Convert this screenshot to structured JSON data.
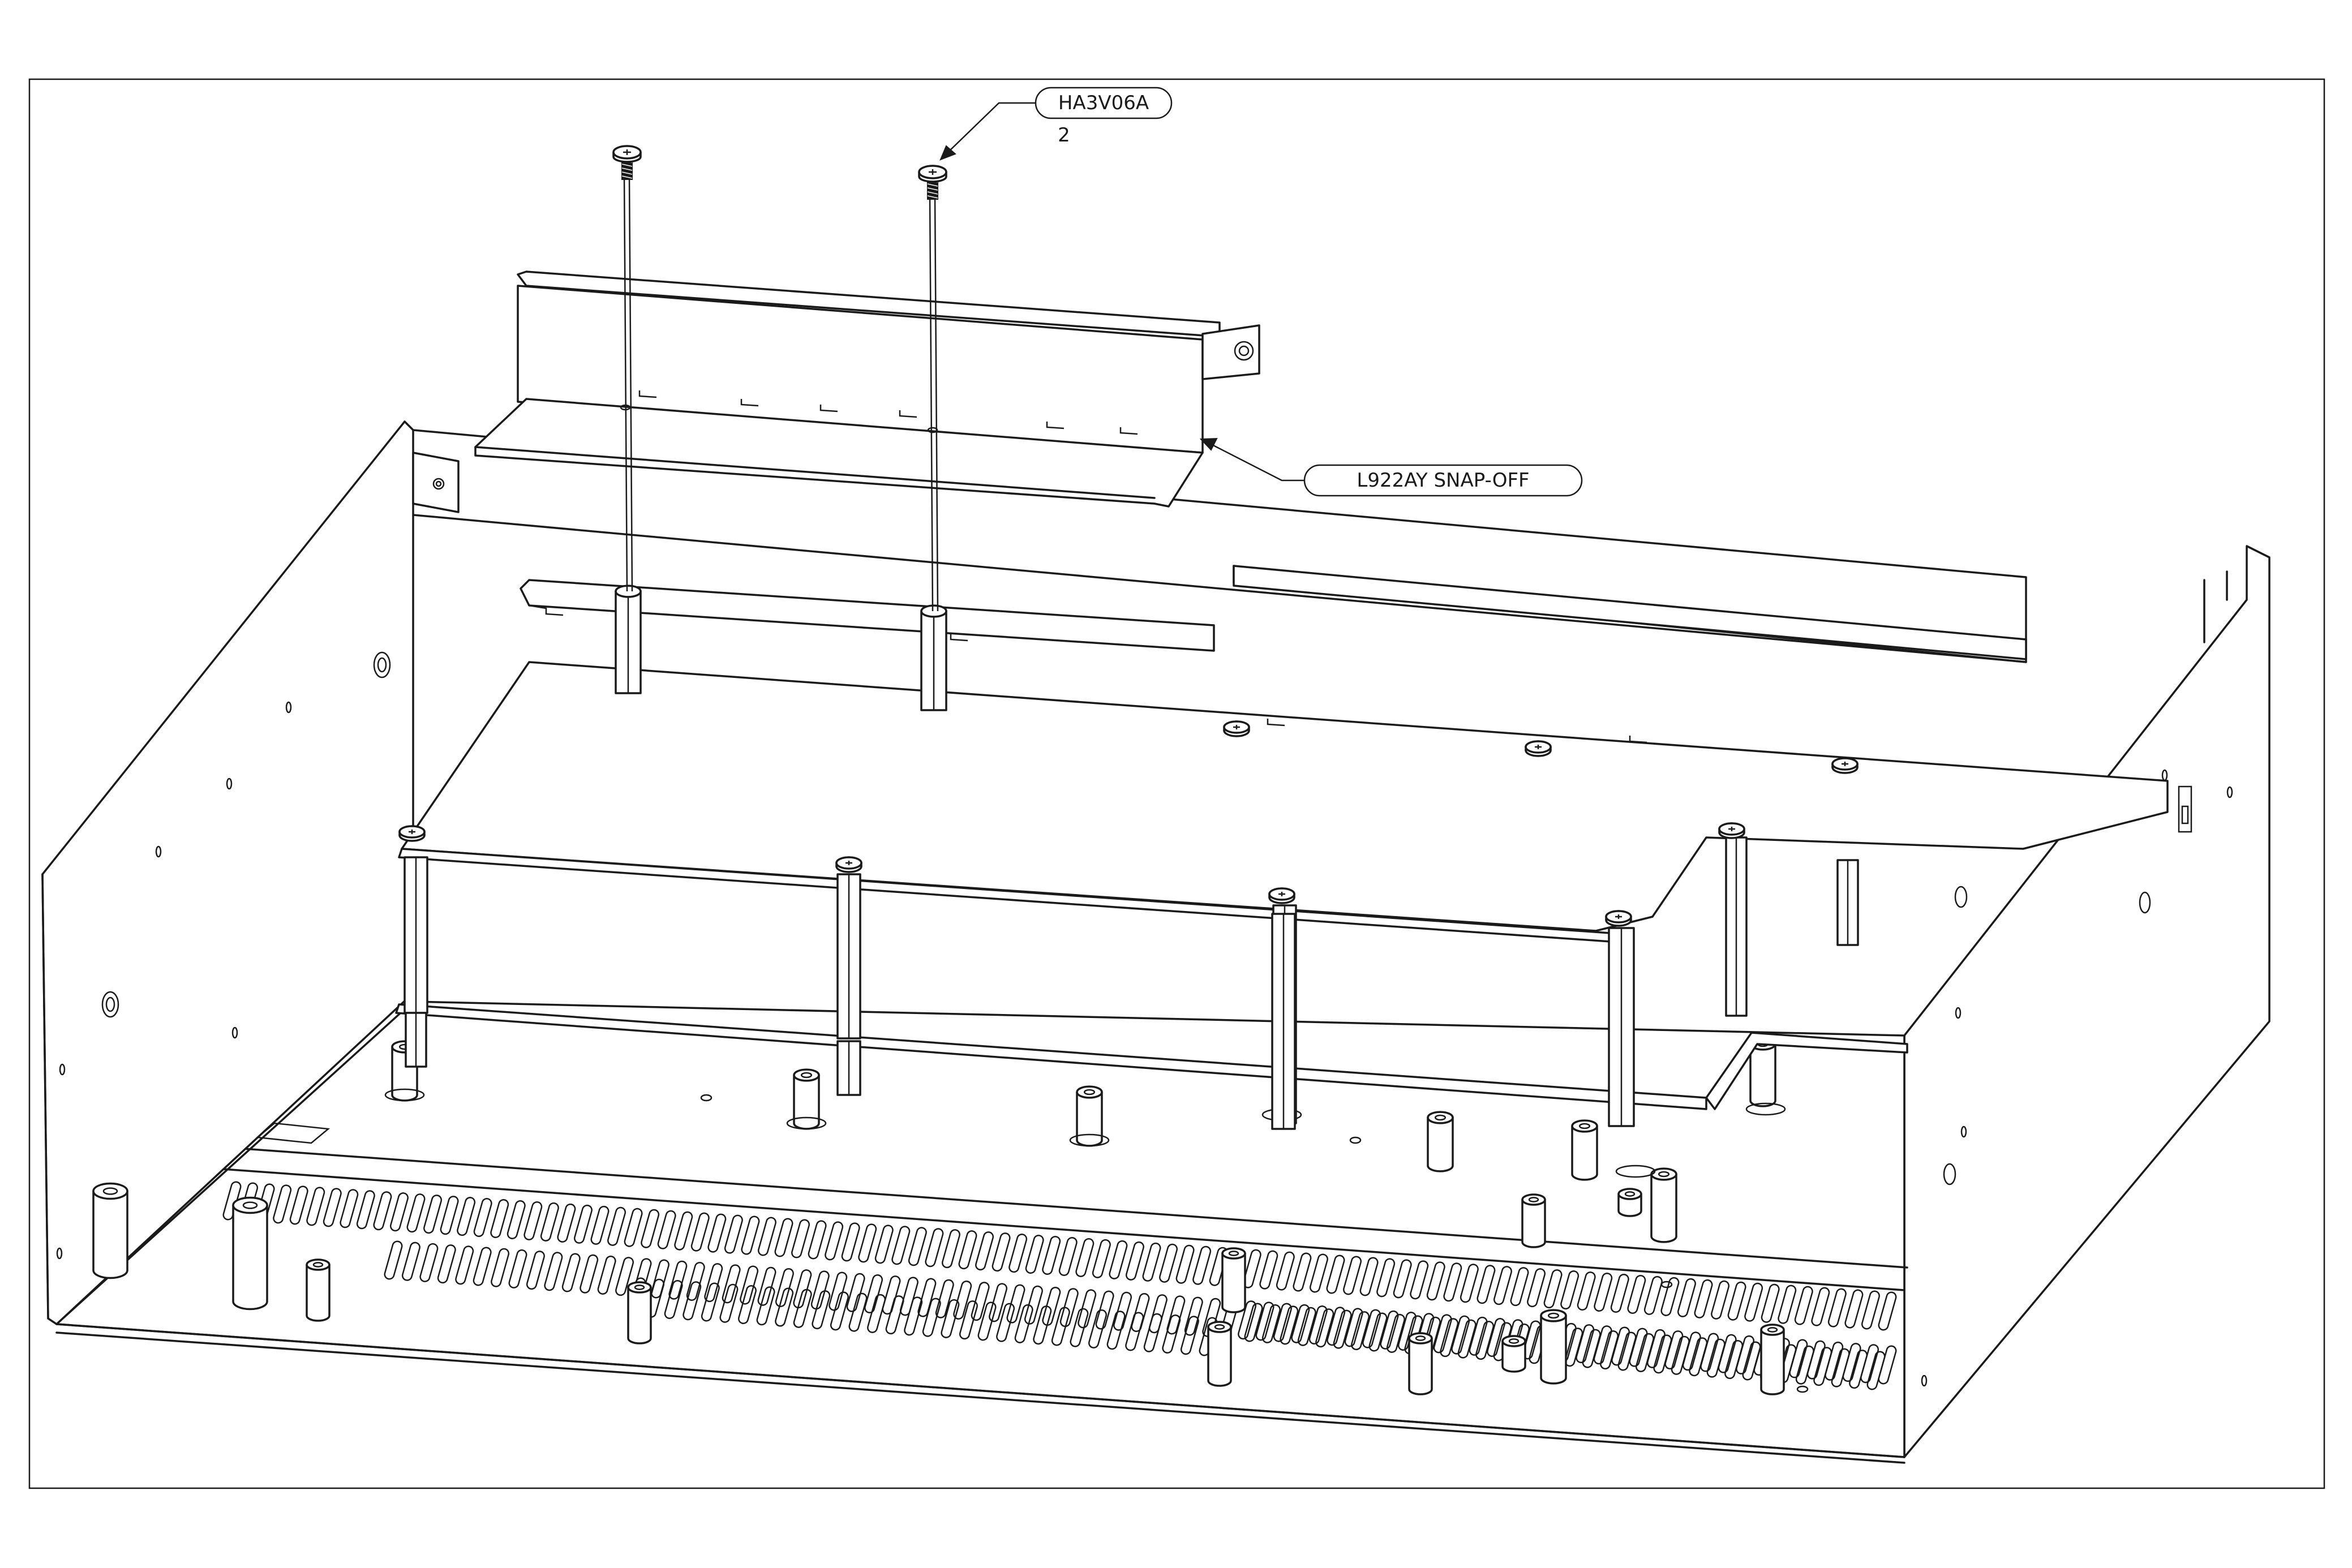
{
  "callouts": {
    "screw": {
      "part": "HA3V06A",
      "qty": "2"
    },
    "bracket": {
      "part": "L922AY SNAP-OFF"
    }
  },
  "colors": {
    "ink": "#1a1a1a",
    "paper": "#ffffff"
  }
}
